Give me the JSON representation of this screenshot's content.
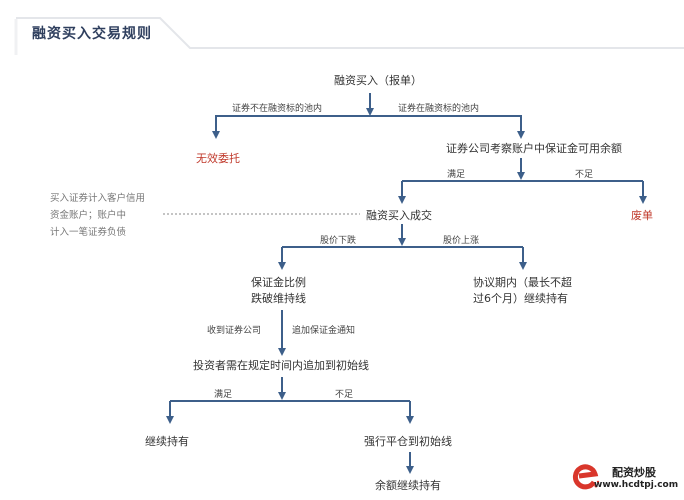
{
  "header": {
    "title": "融资买入交易规则"
  },
  "nodes": {
    "start": "融资买入（报单）",
    "invalid": "无效委托",
    "check_margin": "证券公司考察账户中保证金可用余额",
    "success": "融资买入成交",
    "rejected": "废单",
    "margin_breach_line1": "保证金比例",
    "margin_breach_line2": "跌破维持线",
    "hold_period_line1": "协议期内（最长不超",
    "hold_period_line2": "过6个月）继续持有",
    "top_up": "投资者需在规定时间内追加到初始线",
    "continue_hold": "继续持有",
    "forced_liquidation": "强行平仓到初始线",
    "remaining_hold": "余额继续持有"
  },
  "edge_labels": {
    "not_in_pool": "证券不在融资标的池内",
    "in_pool": "证券在融资标的池内",
    "sufficient_1": "满足",
    "insufficient_1": "不足",
    "price_down": "股价下跌",
    "price_up": "股价上涨",
    "receive_notice_a": "收到证券公司",
    "receive_notice_b": "追加保证金通知",
    "sufficient_2": "满足",
    "insufficient_2": "不足"
  },
  "side_note": {
    "line1": "买入证券计入客户信用",
    "line2": "资金账户；账户中",
    "line3": "计入一笔证券负债"
  },
  "colors": {
    "arrow": "#3d5f8a",
    "title": "#2f3f5e",
    "negative": "#c0392b"
  },
  "watermark": {
    "name": "配资炒股",
    "url": "www.hcdtpj.com"
  }
}
